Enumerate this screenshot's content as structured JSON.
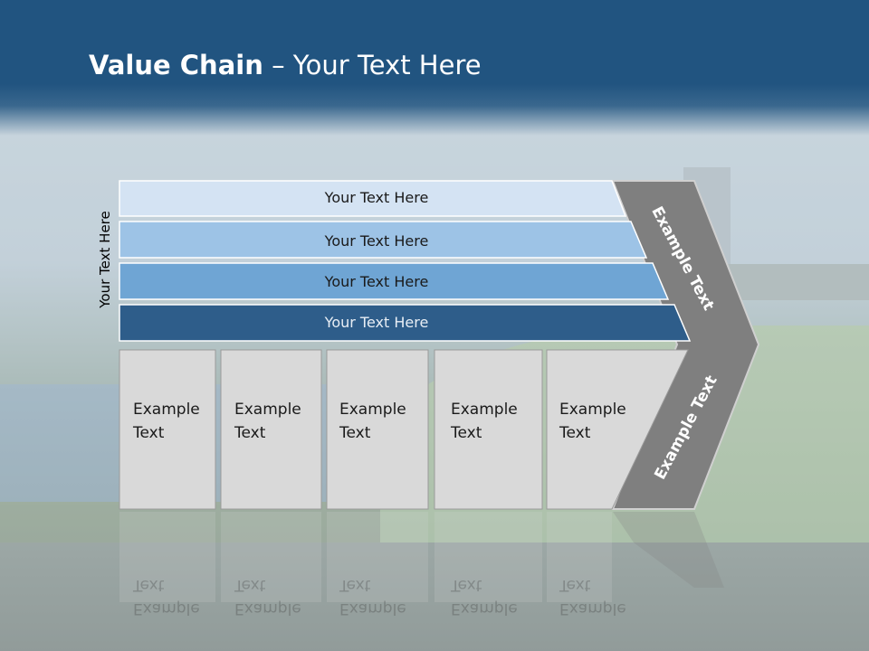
{
  "slide": {
    "title_bold": "Value Chain",
    "title_rest": " – Your Text Here",
    "side_label": "Your Text Here"
  },
  "bars": [
    {
      "label": "Your Text Here",
      "color": "#d4e3f3"
    },
    {
      "label": "Your Text Here",
      "color": "#9dc3e6"
    },
    {
      "label": "Your Text Here",
      "color": "#6fa5d4"
    },
    {
      "label": "Your Text Here",
      "color": "#2e5d8a"
    }
  ],
  "boxes": [
    {
      "line1": "Example",
      "line2": "Text"
    },
    {
      "line1": "Example",
      "line2": "Text"
    },
    {
      "line1": "Example",
      "line2": "Text"
    },
    {
      "line1": "Example",
      "line2": "Text"
    },
    {
      "line1": "Example",
      "line2": "Text"
    }
  ],
  "chevron": {
    "upper_label": "Example Text",
    "lower_label": "Example Text",
    "color": "#7f7f7f"
  },
  "colors": {
    "header": "#215480",
    "box_fill": "#d9d9d9"
  }
}
